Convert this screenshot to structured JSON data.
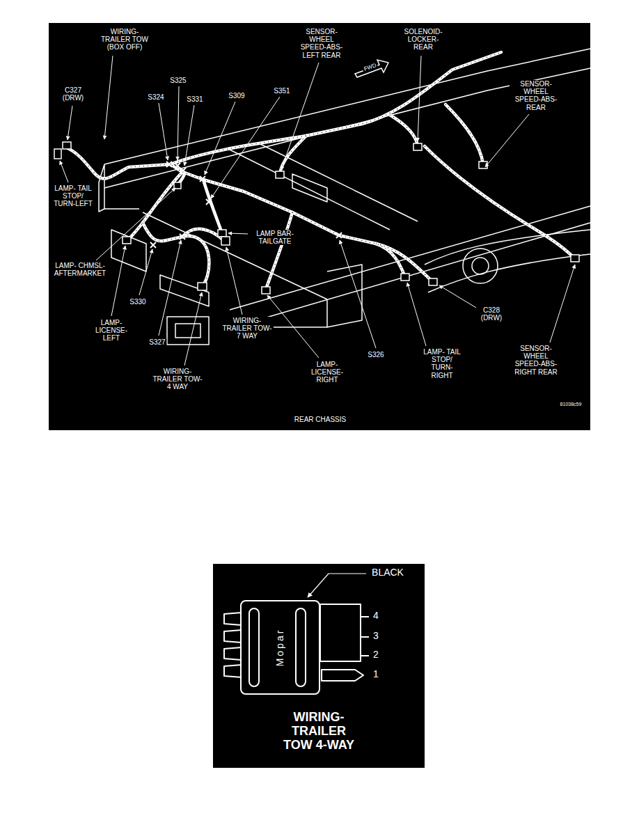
{
  "diagram": {
    "caption": "REAR CHASSIS",
    "nodes": [
      {
        "text": [
          "Mopar"
        ]
      }
    ],
    "labels": [
      "WIRING- TRAILER TOW (BOX OFF)",
      "C327 (DRW)",
      "S324",
      "S325",
      "S331",
      "S309",
      "S351",
      "SENSOR- WHEEL SPEED-ABS- LEFT REAR",
      "FWD",
      "SOLENOID- LOCKER- REAR",
      "SENSOR- WHEEL SPEED-ABS- REAR",
      "LAMP- TAIL STOP/ TURN-LEFT",
      "LAMP BAR- TAILGATE",
      "LAMP- CHMSL- AFTERMARKET",
      "S330",
      "LAMP- LICENSE- LEFT",
      "S327",
      "WIRING- TRAILER TOW- 7 WAY",
      "WIRING- TRAILER TOW- 4 WAY",
      "LAMP- LICENSE- RIGHT",
      "S326",
      "LAMP- TAIL STOP/ TURN-RIGHT",
      "C328 (DRW)",
      "SENSOR- WHEEL SPEED-ABS- RIGHT REAR",
      "81038c59",
      "BLACK",
      "4",
      "3",
      "2",
      "1",
      "WIRING- TRAILER TOW 4-WAY"
    ]
  }
}
